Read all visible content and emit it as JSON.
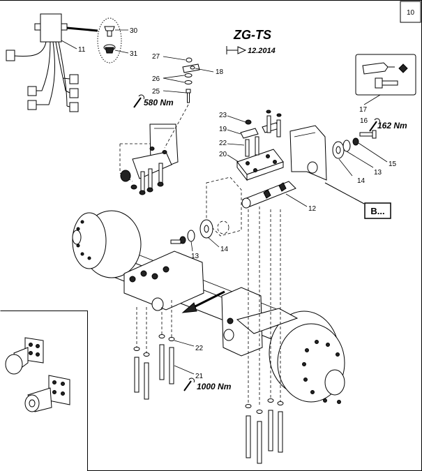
{
  "page_number": "10",
  "title": "ZG-TS",
  "validity_date": "12.2014",
  "reference_box": "B...",
  "torques": {
    "t580": "580 Nm",
    "t162": "162 Nm",
    "t1000": "1000 Nm"
  },
  "callouts": {
    "c10": "10",
    "c11": "11",
    "c12": "12",
    "c13a": "13",
    "c13b": "13",
    "c14a": "14",
    "c14b": "14",
    "c15": "15",
    "c16": "16",
    "c17": "17",
    "c18": "18",
    "c19": "19",
    "c20": "20",
    "c21": "21",
    "c22a": "22",
    "c22b": "22",
    "c23": "23",
    "c25": "25",
    "c26": "26",
    "c27": "27",
    "c30": "30",
    "c31": "31"
  }
}
